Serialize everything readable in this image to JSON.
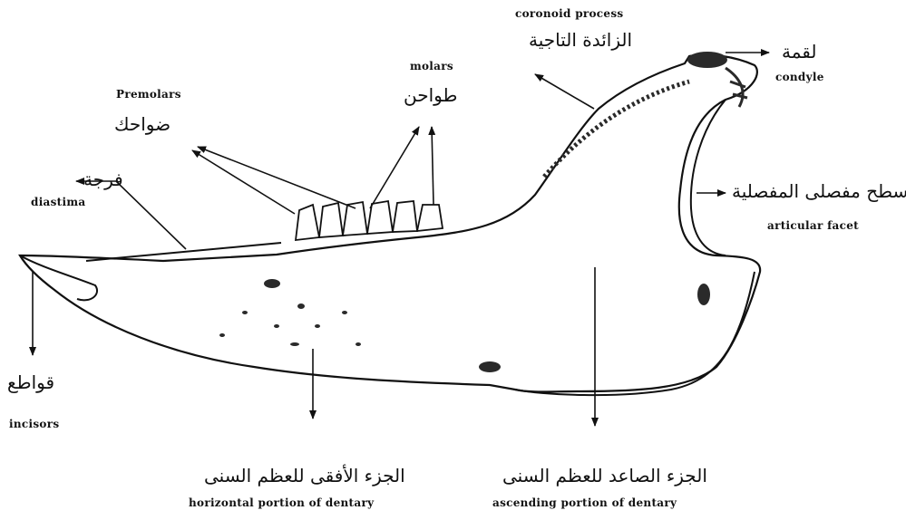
{
  "diagram": {
    "colors": {
      "ink": "#111111",
      "paper": "#ffffff",
      "shade": "#2a2a2a"
    },
    "labels": {
      "coronoid": {
        "en": "coronoid process",
        "ar": "الزائدة التاجية"
      },
      "condyle": {
        "en": "condyle",
        "ar": "لقمة"
      },
      "molars": {
        "en": "molars",
        "ar": "طواحن"
      },
      "premolars": {
        "en": "Premolars",
        "ar": "ضواحك"
      },
      "diastema": {
        "en": "diastima",
        "ar": "فرجة"
      },
      "articular": {
        "en": "articular facet",
        "ar": "سطح مفصلى المفصلية"
      },
      "incisors": {
        "en": "incisors",
        "ar": "قواطع"
      },
      "horizontal": {
        "en": "horizontal portion of dentary",
        "ar": "الجزء الأفقى للعظم السنى"
      },
      "ascending": {
        "en": "ascending portion of dentary",
        "ar": "الجزء الصاعد للعظم السنى"
      }
    }
  }
}
